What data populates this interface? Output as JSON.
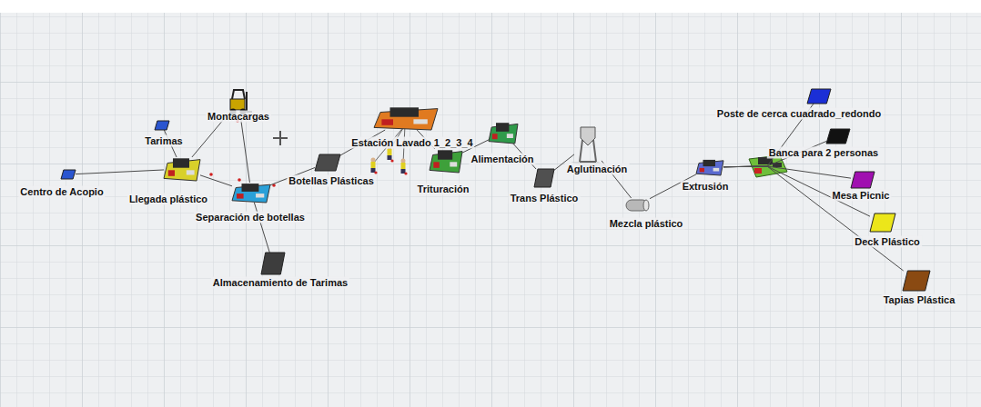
{
  "diagram": {
    "nodes": [
      {
        "text": [
          "Centro de Acopio"
        ]
      },
      {
        "text": [
          "Tarimas"
        ]
      },
      {
        "text": [
          "Montacargas"
        ]
      },
      {
        "text": [
          "Llegada plástico"
        ]
      },
      {
        "text": [
          "Separación de botellas"
        ]
      },
      {
        "text": [
          "Almacenamiento de Tarimas"
        ]
      },
      {
        "text": [
          "Botellas Plásticas"
        ]
      },
      {
        "text": [
          "Estación Lavado 1_2_3_4"
        ]
      },
      {
        "text": [
          "Trituración"
        ]
      },
      {
        "text": [
          "Alimentación"
        ]
      },
      {
        "text": [
          "Trans Plástico"
        ]
      },
      {
        "text": [
          "Aglutinación"
        ]
      },
      {
        "text": [
          "Mezcla plástico"
        ]
      },
      {
        "text": [
          "Extrusión"
        ]
      },
      {
        "text": [
          "Poste de cerca cuadrado_redondo"
        ]
      },
      {
        "text": [
          "Banca para 2 personas"
        ]
      },
      {
        "text": [
          "Mesa Picnic"
        ]
      },
      {
        "text": [
          "Deck Plástico"
        ]
      },
      {
        "text": [
          "Tapias Plástica"
        ]
      }
    ],
    "edges": [
      {
        "from": 0,
        "to": 3,
        "arrow": "none"
      },
      {
        "from": 1,
        "to": 3,
        "arrow": "none"
      },
      {
        "from": 2,
        "to": 3,
        "arrow": "none"
      },
      {
        "from": 2,
        "to": 4,
        "arrow": "none"
      },
      {
        "from": 3,
        "to": 4,
        "arrow": "none"
      },
      {
        "from": 4,
        "to": 5,
        "arrow": "none"
      },
      {
        "from": 4,
        "to": 6,
        "arrow": "none"
      },
      {
        "from": 6,
        "to": 7,
        "arrow": "none"
      },
      {
        "from": 7,
        "to": 8,
        "arrow": "none"
      },
      {
        "from": 8,
        "to": 9,
        "arrow": "none"
      },
      {
        "from": 9,
        "to": 10,
        "arrow": "none"
      },
      {
        "from": 10,
        "to": 11,
        "arrow": "none"
      },
      {
        "from": 11,
        "to": 12,
        "arrow": "none"
      },
      {
        "from": 12,
        "to": 13,
        "arrow": "none"
      },
      {
        "from": 13,
        "to": 14,
        "arrow": "none"
      },
      {
        "from": 13,
        "to": 15,
        "arrow": "none"
      },
      {
        "from": 13,
        "to": 16,
        "arrow": "none"
      },
      {
        "from": 13,
        "to": 17,
        "arrow": "none"
      },
      {
        "from": 13,
        "to": 18,
        "arrow": "none"
      }
    ]
  }
}
